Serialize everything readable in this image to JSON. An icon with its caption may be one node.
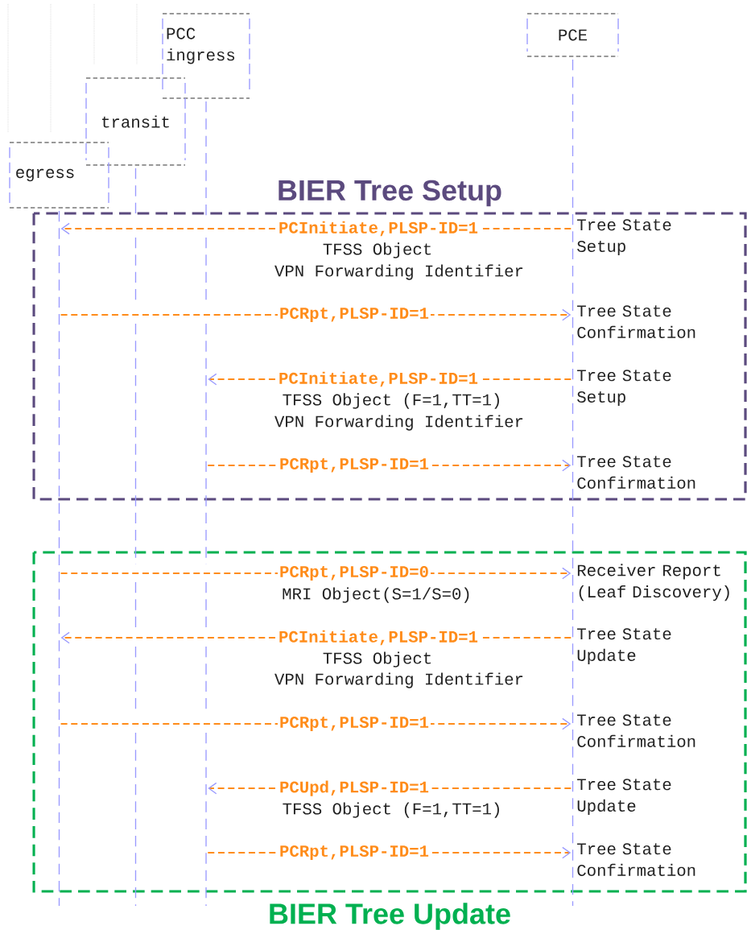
{
  "diagram": {
    "nodes": [
      {
        "text": [
          "PCC ingress"
        ]
      },
      {
        "text": [
          "PCE"
        ]
      },
      {
        "text": [
          "transit"
        ]
      },
      {
        "text": [
          "egress"
        ]
      },
      {
        "text": [
          "BIER Tree Setup"
        ]
      },
      {
        "text": [
          "BIER Tree Update"
        ]
      }
    ],
    "edges": [
      {
        "from": 1,
        "to": 3,
        "arrow": "to",
        "label": "PCInitiate,PLSP-ID=1"
      },
      {
        "from": 3,
        "to": 1,
        "arrow": "to",
        "label": "PCRpt,PLSP-ID=1"
      },
      {
        "from": 1,
        "to": 0,
        "arrow": "to",
        "label": "PCInitiate,PLSP-ID=1"
      },
      {
        "from": 0,
        "to": 1,
        "arrow": "to",
        "label": "PCRpt,PLSP-ID=1"
      },
      {
        "from": 3,
        "to": 1,
        "arrow": "to",
        "label": "PCRpt,PLSP-ID=0"
      },
      {
        "from": 1,
        "to": 3,
        "arrow": "to",
        "label": "PCInitiate,PLSP-ID=1"
      },
      {
        "from": 3,
        "to": 1,
        "arrow": "to",
        "label": "PCRpt,PLSP-ID=1"
      },
      {
        "from": 1,
        "to": 0,
        "arrow": "to",
        "label": "PCUpd,PLSP-ID=1"
      },
      {
        "from": 0,
        "to": 1,
        "arrow": "to",
        "label": "PCRpt,PLSP-ID=1"
      }
    ],
    "labels": [
      "Tree State Setup",
      "TFSS Object",
      "VPN Forwarding Identifier",
      "Tree State Confirmation",
      "Tree State Setup",
      "TFSS Object (F=1,TT=1)",
      "VPN Forwarding Identifier",
      "Tree State Confirmation",
      "Receiver Report (Leaf Discovery)",
      "MRI Object(S=1/S=0)",
      "Tree State Update",
      "TFSS Object",
      "VPN Forwarding Identifier",
      "Tree State Confirmation",
      "Tree State Update",
      "TFSS Object (F=1,TT=1)",
      "Tree State Confirmation"
    ]
  }
}
